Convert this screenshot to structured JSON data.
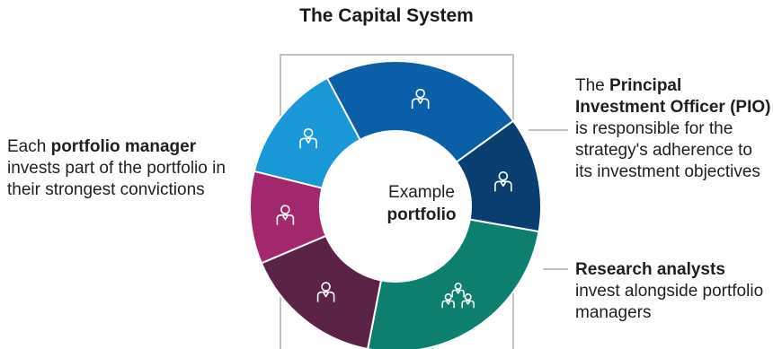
{
  "title": "The Capital System",
  "center": {
    "line1": "Example",
    "line2": "portfolio"
  },
  "left_note": {
    "pre": "Each ",
    "bold": "portfolio manager",
    "post": " invests part of the portfolio in their strongest convictions"
  },
  "pio_note": {
    "pre": "The ",
    "bold": "Principal Investment Officer (PIO)",
    "post": " is responsible for the strategy's adherence to its investment objectives"
  },
  "ra_note": {
    "bold": "Research analysts",
    "post": " invest alongside portfolio managers"
  },
  "colors": {
    "pm_top": "#0b5ea8",
    "pio": "#0a3e70",
    "research": "#0e7e6e",
    "pm_bottom": "#5a2346",
    "pm_lower_left": "#a3276d",
    "pm_left": "#1a97d6",
    "connector": "#9a9a9a"
  },
  "segments": [
    {
      "role": "portfolio manager",
      "icon": "person-icon"
    },
    {
      "role": "principal investment officer",
      "icon": "person-icon"
    },
    {
      "role": "research analysts",
      "icon": "group-icon"
    },
    {
      "role": "portfolio manager",
      "icon": "person-icon"
    },
    {
      "role": "portfolio manager",
      "icon": "person-icon"
    },
    {
      "role": "portfolio manager",
      "icon": "person-icon"
    }
  ]
}
